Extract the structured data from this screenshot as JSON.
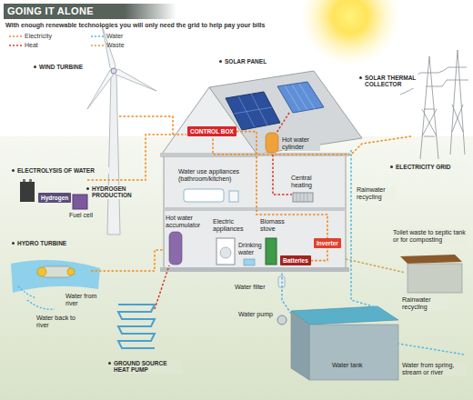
{
  "diagram": {
    "title": "GOING IT ALONE",
    "nodes": [
      {
        "text": [
          "CONTROL BOX"
        ]
      },
      {
        "text": [
          "Hydrogen"
        ]
      },
      {
        "text": [
          "Inverter"
        ]
      },
      {
        "text": [
          "Batteries"
        ]
      }
    ],
    "edges": [
      {
        "from": 0,
        "to": 2,
        "arrow": "none"
      },
      {
        "from": 3,
        "to": 2,
        "arrow": "none"
      }
    ],
    "labels": [
      "With enough renewable technologies you will only need the grid to help pay your bills",
      "WIND TURBINE",
      "SOLAR PANEL",
      "SOLAR THERMAL COLLECTOR",
      "ELECTRICITY GRID",
      "ELECTROLYSIS OF WATER",
      "HYDROGEN PRODUCTION",
      "Fuel cell",
      "HYDRO TURBINE",
      "Water from river",
      "Water back to river",
      "GROUND SOURCE HEAT PUMP",
      "Hot water cylinder",
      "Water use appliances (bathroom/kitchen)",
      "Central heating",
      "Rainwater recycling",
      "Hot water accumulator",
      "Electric appliances",
      "Biomass stove",
      "Drinking water",
      "Water filter",
      "Water pump",
      "Rainwater recycling",
      "Water tank",
      "Water from spring, stream or river",
      "Toilet waste to septic tank or for composting"
    ],
    "legend": [
      {
        "text": "Electricity"
      },
      {
        "text": "Water"
      },
      {
        "text": "Heat"
      },
      {
        "text": "Waste"
      }
    ]
  }
}
